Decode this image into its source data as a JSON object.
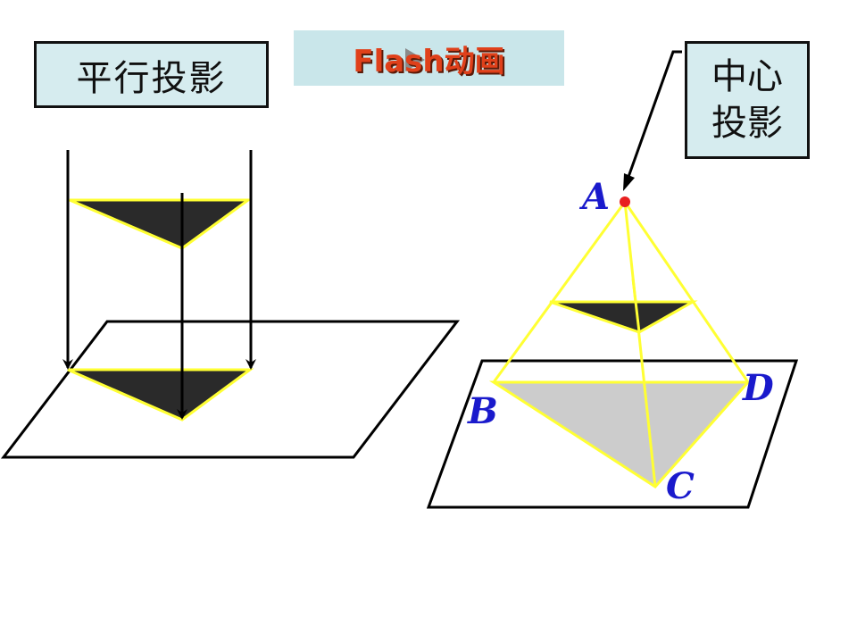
{
  "parallel_projection": {
    "label": "平行投影"
  },
  "central_projection": {
    "line1": "中心",
    "line2": "投影"
  },
  "flash_button": {
    "label": "Flash动画"
  },
  "points": {
    "A": "A",
    "B": "B",
    "C": "C",
    "D": "D"
  },
  "colors": {
    "yellow": "#ffff33",
    "triangle_dark": "#2a2a2a",
    "triangle_shadow": "#cccccc",
    "point_red": "#e82020",
    "label_blue": "#1a1acc",
    "box_fill": "#d6ecef",
    "flash_text": "#e0401a"
  }
}
